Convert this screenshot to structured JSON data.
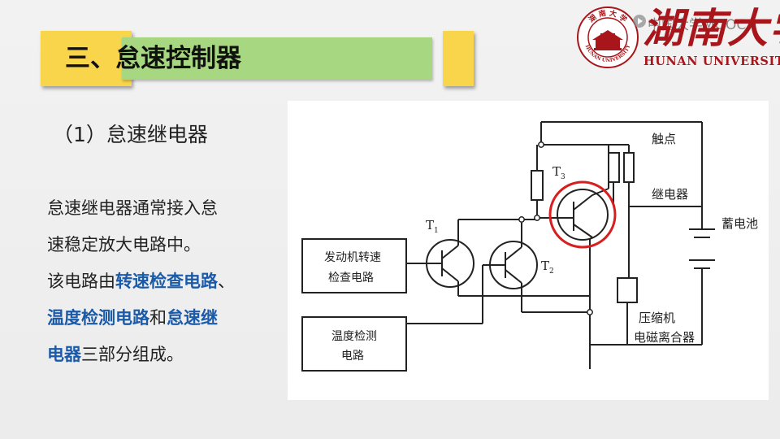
{
  "title_banner": {
    "text": "三、怠速控制器"
  },
  "sub_heading": "（1）怠速继电器",
  "body": {
    "line1": "怠速继电器通常接入怠",
    "line2": "速稳定放大电路中。",
    "line3_a": "该电路由",
    "line3_b": "转速检查电路",
    "line3_c": "、",
    "line4_a": "温度检测电路",
    "line4_b": "和",
    "line4_c": "怠速继",
    "line5_a": "电器",
    "line5_b": "三部分组成。"
  },
  "diagram": {
    "box_speed_line1": "发动机转速",
    "box_speed_line2": "检查电路",
    "box_temp_line1": "温度检测",
    "box_temp_line2": "电路",
    "label_t1": "T",
    "label_t1_sub": "1",
    "label_t2": "T",
    "label_t2_sub": "2",
    "label_t3": "T",
    "label_t3_sub": "3",
    "label_contact": "触点",
    "label_relay": "继电器",
    "label_battery": "蓄电池",
    "label_clutch_line1": "压缩机",
    "label_clutch_line2": "电磁离合器"
  },
  "logo": {
    "script_text": "湖南大学",
    "english_text": "HUNAN UNIVERSITY",
    "seal_text_top": "湖 南 大 学",
    "seal_text_bottom": "HUNAN UNIVERSITY"
  },
  "watermark": {
    "text": "中国大学MOOC"
  },
  "colors": {
    "banner_yellow": "#f8d54a",
    "banner_green": "#a7d780",
    "highlight_blue": "#1a5aa8",
    "brand_red": "#a8161b",
    "circle_red": "#d81e1e"
  },
  "icons": [
    "seal-emblem-icon",
    "mooc-logo-icon"
  ]
}
